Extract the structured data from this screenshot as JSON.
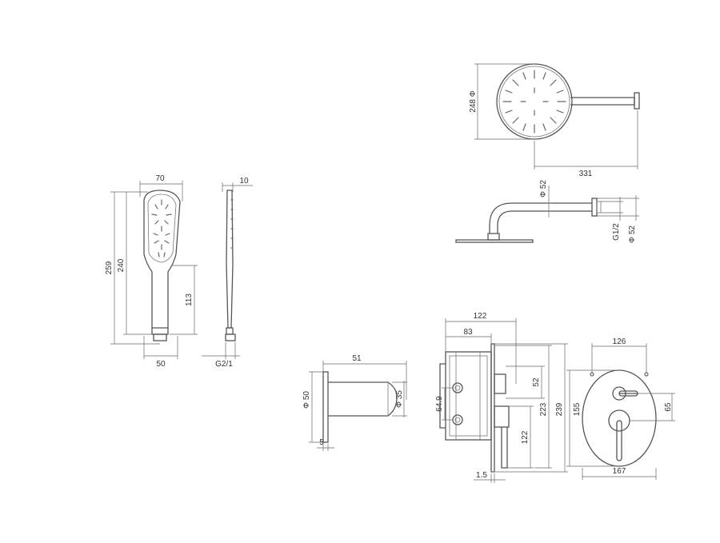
{
  "diagram": {
    "line_color": "#555555",
    "hand_shower": {
      "front": {
        "width": "70",
        "height_total": "259",
        "height_head": "240",
        "handle_length": "113",
        "base_width": "50"
      },
      "side": {
        "thickness": "10",
        "thread": "G2/1"
      }
    },
    "overhead_shower": {
      "top": {
        "diameter": "248 Φ",
        "arm_length": "331"
      },
      "side": {
        "arm_diameter": "Φ 52",
        "thread": "G1/2",
        "flange_diameter": "Φ 52"
      }
    },
    "wall_outlet": {
      "depth": "51",
      "flange_diameter": "Φ 50",
      "spout_diameter": "Φ 35",
      "flange_thickness": "5"
    },
    "concealed_box": {
      "depth_total": "122",
      "depth_body": "83",
      "port_spacing": "64.9",
      "upper_offset": "52",
      "lower_offset": "122",
      "height_inner": "223",
      "height_total": "239",
      "wall_step": "1.5"
    },
    "cover_plate": {
      "height": "155",
      "width_top": "126",
      "width_bottom": "167",
      "handle_offset": "65"
    }
  }
}
